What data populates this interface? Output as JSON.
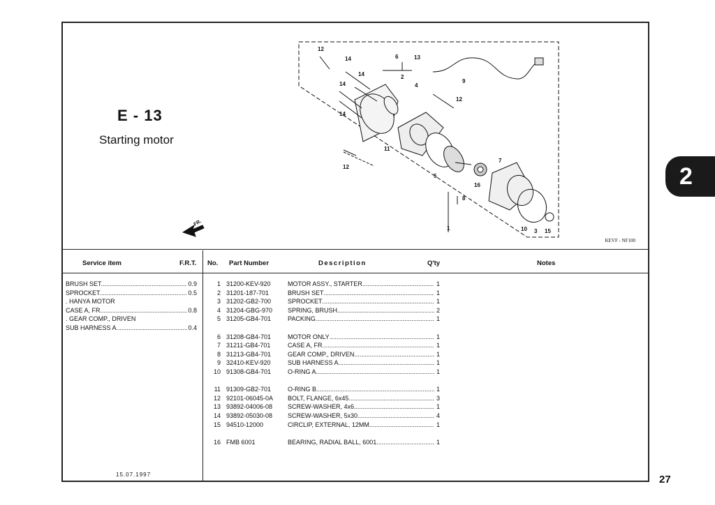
{
  "section": {
    "code": "E - 13",
    "title": "Starting motor"
  },
  "diagram": {
    "code": "KEVF - NF100",
    "front_marker": "FR.",
    "callouts": [
      "12",
      "14",
      "14",
      "14",
      "14",
      "6",
      "13",
      "2",
      "4",
      "9",
      "12",
      "11",
      "12",
      "5",
      "7",
      "16",
      "8",
      "1",
      "10",
      "3",
      "15"
    ]
  },
  "headers": {
    "service_item": "Service item",
    "frt": "F.R.T.",
    "no": "No.",
    "part_number": "Part Number",
    "description": "Description",
    "qty": "Q'ty",
    "notes": "Notes"
  },
  "service_items": [
    {
      "name": "BRUSH SET",
      "value": "0.9"
    },
    {
      "name": "SPROCKET",
      "value": "0.5"
    },
    {
      "name": ". HANYA MOTOR",
      "value": ""
    },
    {
      "name": "CASE A, FR.",
      "value": "0.8"
    },
    {
      "name": ". GEAR COMP., DRIVEN",
      "value": ""
    },
    {
      "name": "SUB HARNESS A",
      "value": "0.4"
    }
  ],
  "parts": [
    {
      "no": "1",
      "part": "31200-KEV-920",
      "desc": "MOTOR ASSY., STARTER",
      "qty": "1"
    },
    {
      "no": "2",
      "part": "31201-187-701",
      "desc": "BRUSH SET",
      "qty": "1"
    },
    {
      "no": "3",
      "part": "31202-GB2-700",
      "desc": "SPROCKET",
      "qty": "1"
    },
    {
      "no": "4",
      "part": "31204-GBG-970",
      "desc": "SPRING, BRUSH",
      "qty": "2"
    },
    {
      "no": "5",
      "part": "31205-GB4-701",
      "desc": "PACKING",
      "qty": "1"
    },
    {
      "no": "6",
      "part": "31208-GB4-701",
      "desc": "MOTOR ONLY",
      "qty": "1"
    },
    {
      "no": "7",
      "part": "31211-GB4-701",
      "desc": "CASE A, FR.",
      "qty": "1"
    },
    {
      "no": "8",
      "part": "31213-GB4-701",
      "desc": "GEAR COMP., DRIVEN",
      "qty": "1"
    },
    {
      "no": "9",
      "part": "32410-KEV-920",
      "desc": "SUB HARNESS  A",
      "qty": "1"
    },
    {
      "no": "10",
      "part": "91308-GB4-701",
      "desc": "O-RING  A",
      "qty": "1"
    },
    {
      "no": "11",
      "part": "91309-GB2-701",
      "desc": "O-RING  B",
      "qty": "1"
    },
    {
      "no": "12",
      "part": "92101-06045-0A",
      "desc": "BOLT, FLANGE, 6x45",
      "qty": "3"
    },
    {
      "no": "13",
      "part": "93892-04006-08",
      "desc": "SCREW-WASHER, 4x6",
      "qty": "1"
    },
    {
      "no": "14",
      "part": "93892-05030-08",
      "desc": "SCREW-WASHER, 5x30",
      "qty": "4"
    },
    {
      "no": "15",
      "part": "94510-12000",
      "desc": "CIRCLIP, EXTERNAL, 12MM",
      "qty": "1"
    },
    {
      "no": "16",
      "part": "FMB 6001",
      "desc": "BEARING, RADIAL BALL, 6001",
      "qty": "1"
    }
  ],
  "date": "15.07.1997",
  "chapter_tab": "2",
  "page_number": "27"
}
